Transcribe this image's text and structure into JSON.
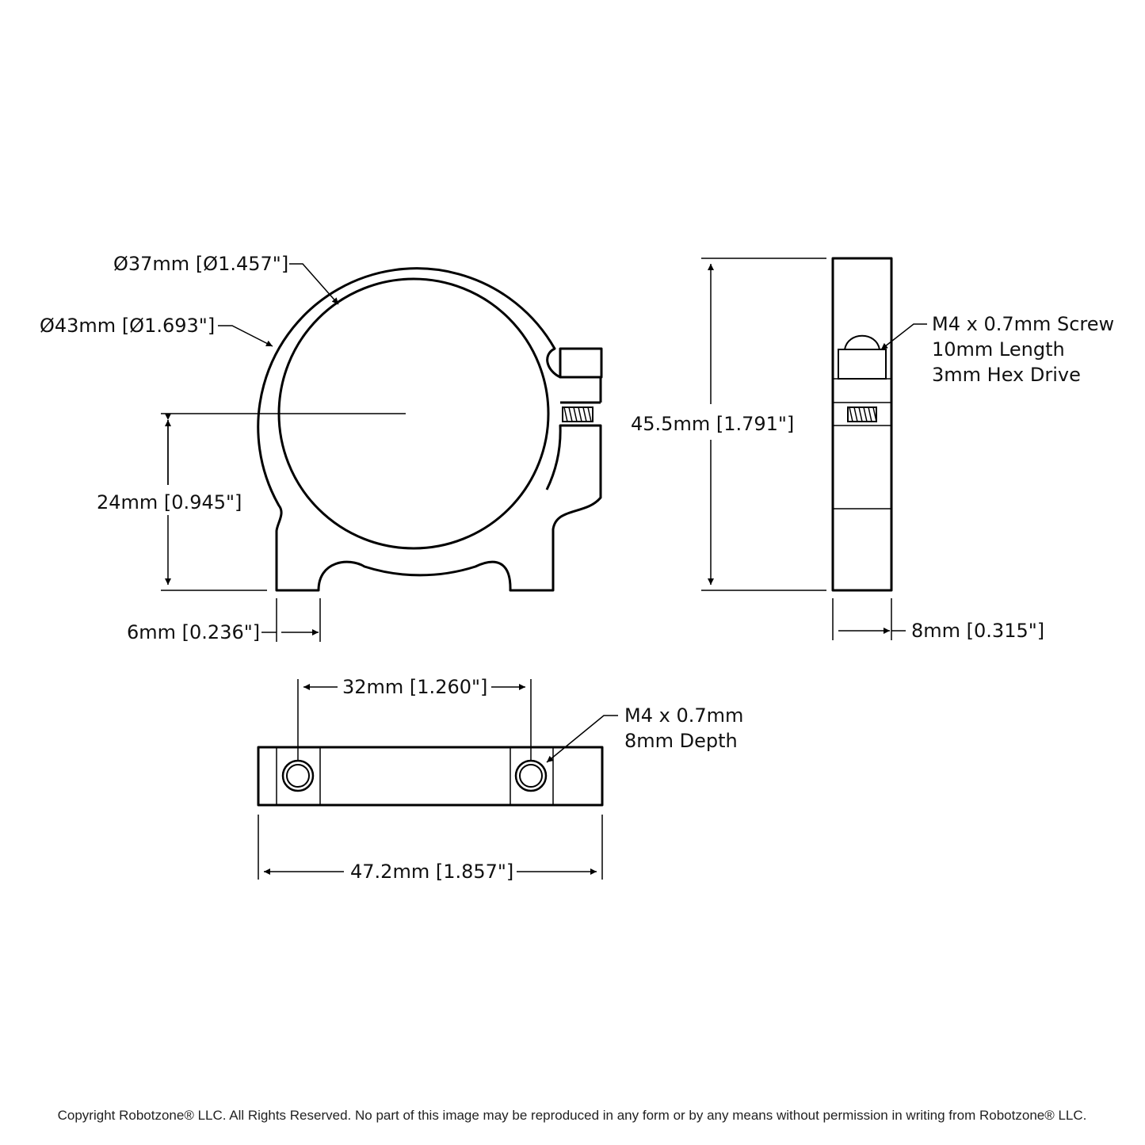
{
  "dimensions": {
    "inner_diameter": "Ø37mm [Ø1.457\"]",
    "outer_diameter": "Ø43mm [Ø1.693\"]",
    "center_height": "24mm [0.945\"]",
    "foot_width": "6mm [0.236\"]",
    "overall_height": "45.5mm [1.791\"]",
    "thickness": "8mm [0.315\"]",
    "hole_spacing": "32mm [1.260\"]",
    "overall_width": "47.2mm [1.857\"]"
  },
  "screw_note": [
    "M4 x 0.7mm Screw",
    "10mm Length",
    "3mm Hex Drive"
  ],
  "tap_note": [
    "M4 x 0.7mm",
    "8mm Depth"
  ],
  "copyright": "Copyright Robotzone® LLC.  All Rights Reserved. No part of this image may be reproduced in any form or by any means without permission in writing from Robotzone® LLC."
}
